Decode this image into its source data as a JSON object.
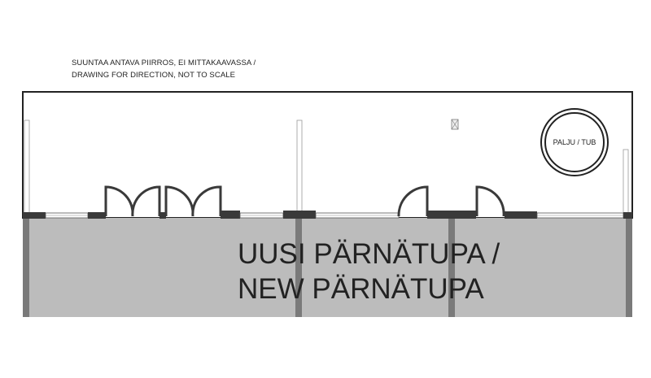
{
  "note": {
    "line1": "SUUNTAA ANTAVA PIIRROS,  EI MITTAKAAVASSA /",
    "line2": "DRAWING FOR DIRECTION,  NOT TO SCALE"
  },
  "tub": {
    "label": "PALJU / TUB"
  },
  "building": {
    "label_line1": "UUSI PÄRNÄTUPA /",
    "label_line2": "NEW PÄRNÄTUPA"
  },
  "colors": {
    "building_fill": "#bcbcbc",
    "column": "#7a7a7a",
    "wall": "#3a3a3a",
    "outline": "#222222"
  }
}
